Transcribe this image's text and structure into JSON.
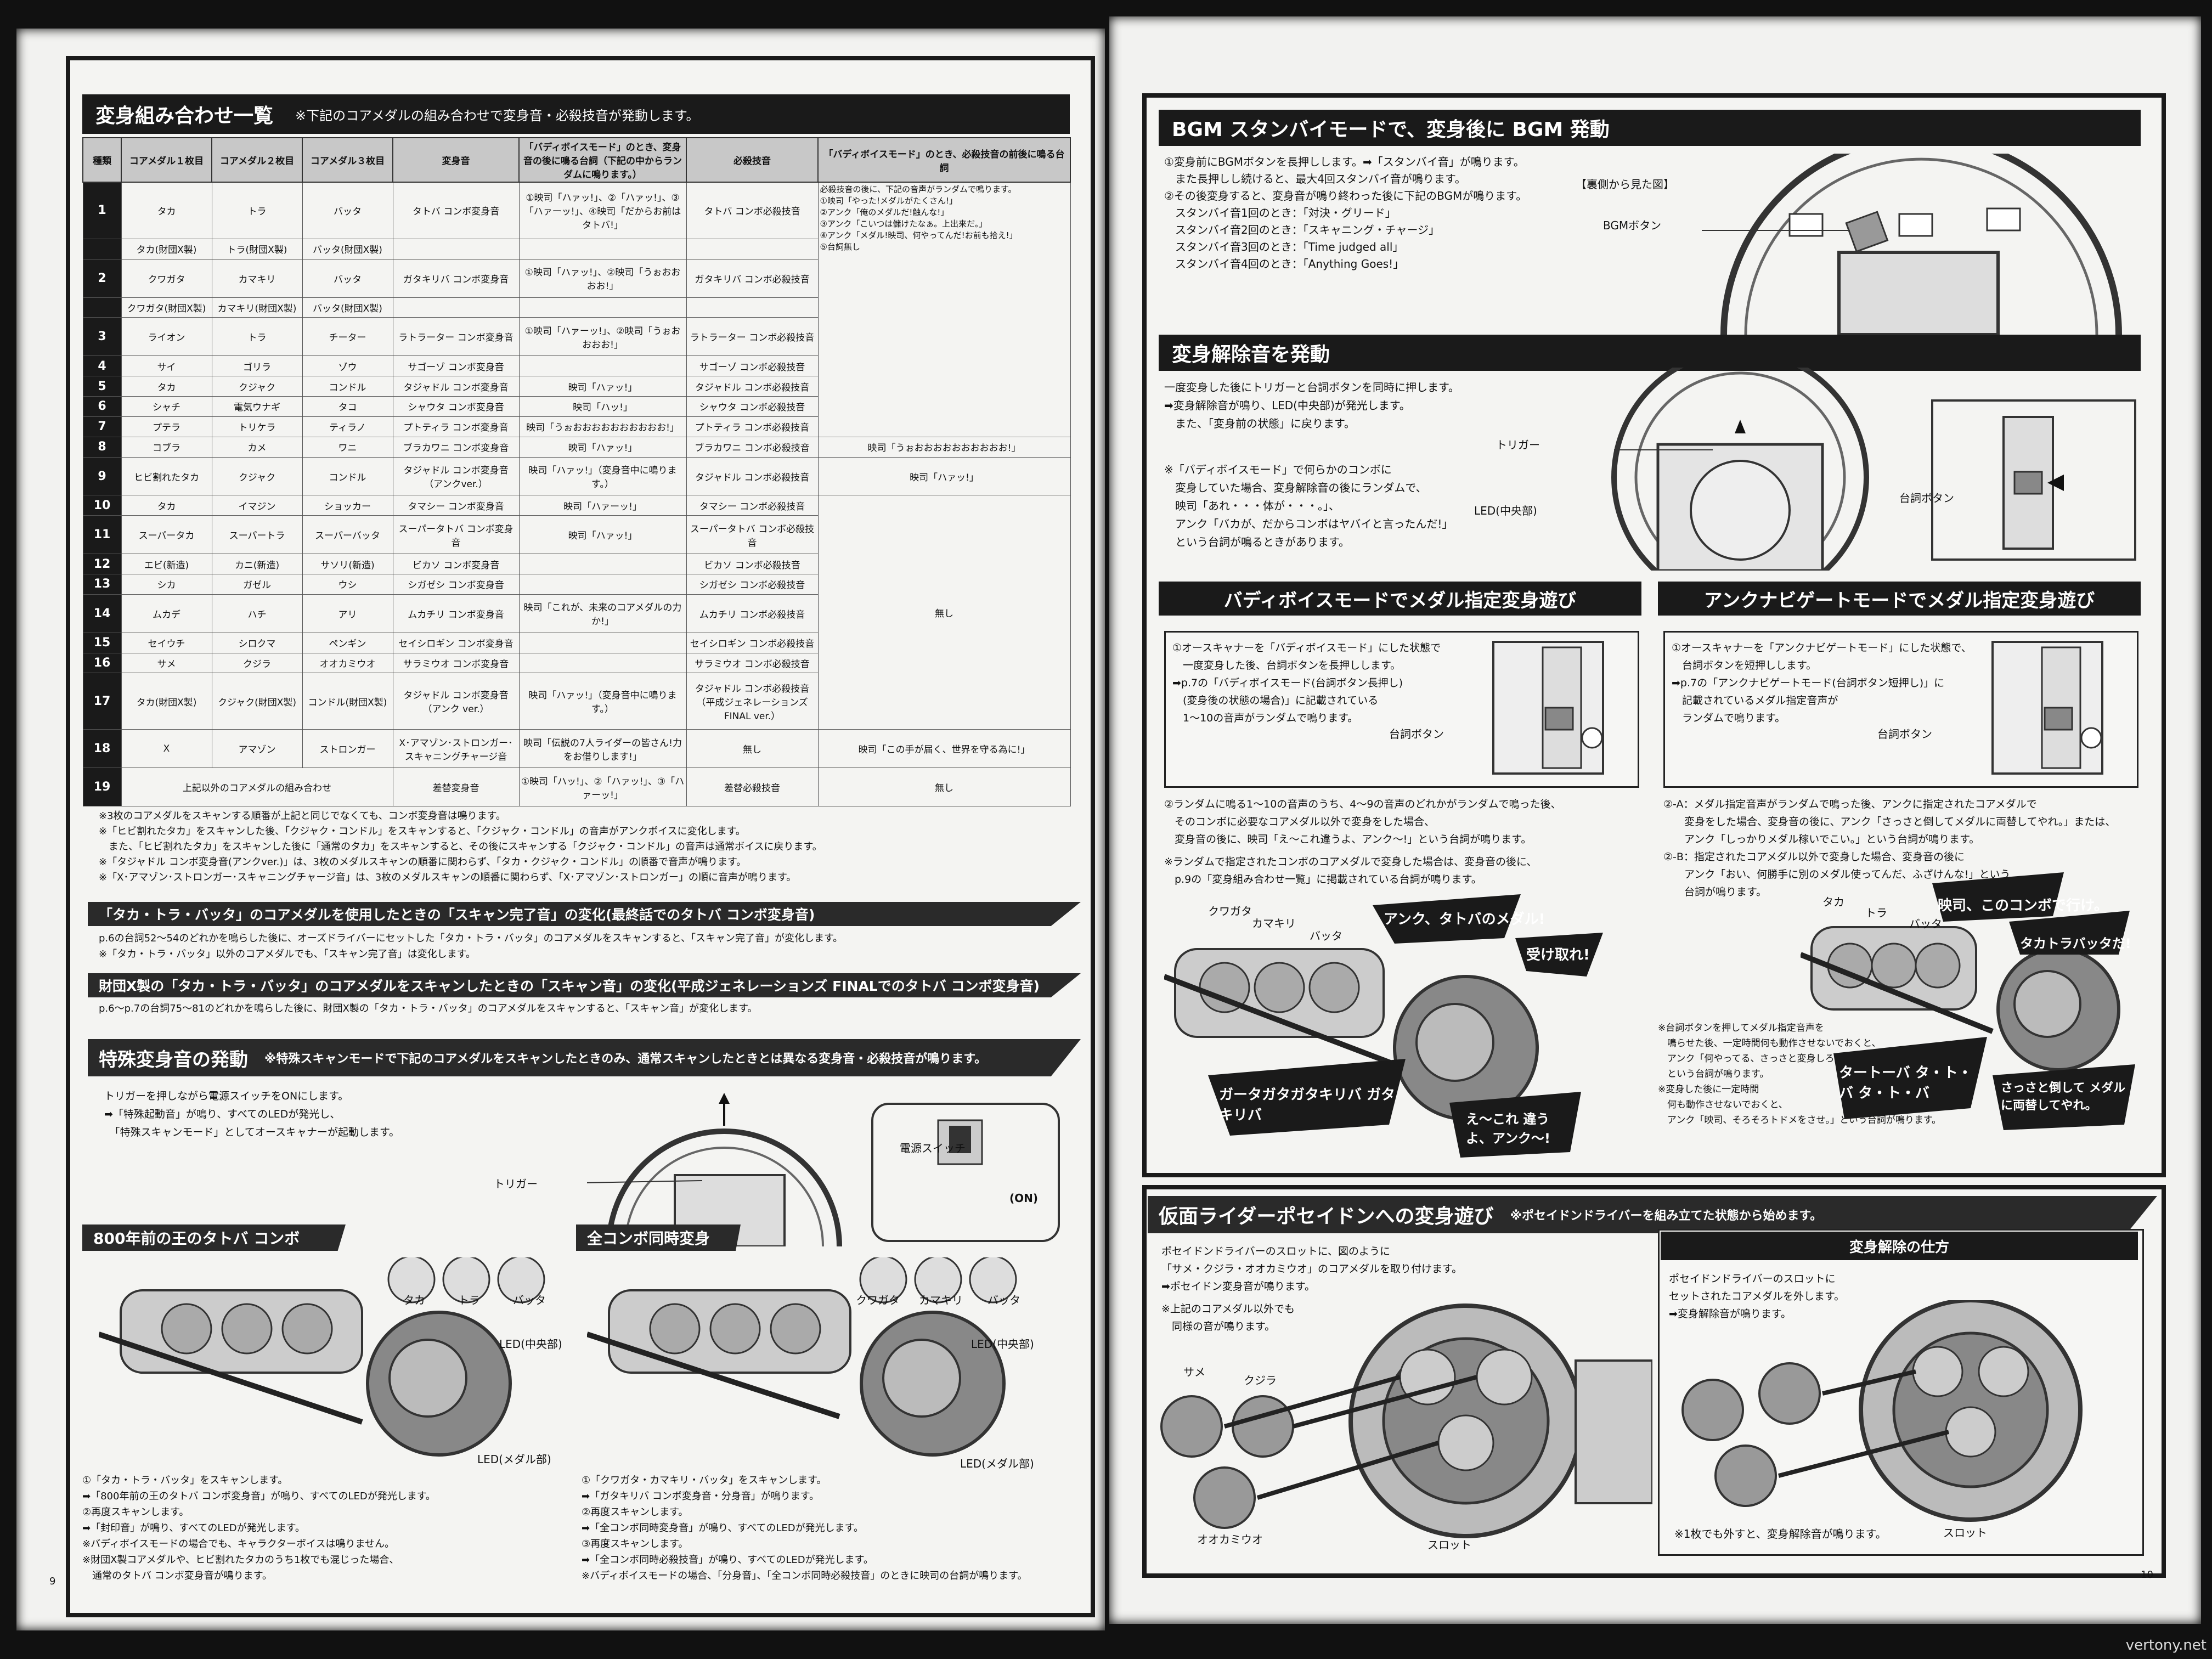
{
  "left_page": {
    "page_number": "9",
    "combo": {
      "title": "変身組み合わせ一覧",
      "subtitle": "※下記のコアメダルの組み合わせで変身音・必殺技音が発動します。",
      "headers": [
        "種類",
        "コアメダル１枚目",
        "コアメダル２枚目",
        "コアメダル３枚目",
        "変身音",
        "「バディボイスモード」のとき、変身音の後に鳴る台詞（下記の中からランダムに鳴ります。）",
        "必殺技音",
        "「バディボイスモード」のとき、必殺技音の前後に鳴る台詞"
      ],
      "rows": [
        [
          "1",
          "タカ",
          "トラ",
          "バッタ",
          "タトバ コンボ変身音",
          "①映司「ハァッ!」、②「ハァッ!」、③「ハァーッ!」、④映司「だからお前はタトバ!」",
          "タトバ コンボ必殺技音"
        ],
        [
          "",
          "タカ(財団X製)",
          "トラ(財団X製)",
          "バッタ(財団X製)",
          "",
          "",
          ""
        ],
        [
          "2",
          "クワガタ",
          "カマキリ",
          "バッタ",
          "ガタキリバ コンボ変身音",
          "①映司「ハァッ!」、②映司「うぉおおおお!」",
          "ガタキリバ コンボ必殺技音"
        ],
        [
          "",
          "クワガタ(財団X製)",
          "カマキリ(財団X製)",
          "バッタ(財団X製)",
          "",
          "",
          ""
        ],
        [
          "3",
          "ライオン",
          "トラ",
          "チーター",
          "ラトラーター コンボ変身音",
          "①映司「ハァーッ!」、②映司「うぉおおおお!」",
          "ラトラーター コンボ必殺技音"
        ],
        [
          "4",
          "サイ",
          "ゴリラ",
          "ゾウ",
          "サゴーゾ コンボ変身音",
          "",
          "サゴーゾ コンボ必殺技音"
        ],
        [
          "5",
          "タカ",
          "クジャク",
          "コンドル",
          "タジャドル コンボ変身音",
          "映司「ハァッ!」",
          "タジャドル コンボ必殺技音"
        ],
        [
          "6",
          "シャチ",
          "電気ウナギ",
          "タコ",
          "シャウタ コンボ変身音",
          "映司「ハッ!」",
          "シャウタ コンボ必殺技音"
        ],
        [
          "7",
          "プテラ",
          "トリケラ",
          "ティラノ",
          "プトティラ コンボ変身音",
          "映司「うぉおおおおおおおおおお!」",
          "プトティラ コンボ必殺技音"
        ],
        [
          "8",
          "コブラ",
          "カメ",
          "ワニ",
          "ブラカワニ コンボ変身音",
          "映司「ハァッ!」",
          "ブラカワニ コンボ必殺技音"
        ],
        [
          "9",
          "ヒビ割れたタカ",
          "クジャク",
          "コンドル",
          "タジャドル コンボ変身音（アンクver.）",
          "映司「ハァッ!」（変身音中に鳴ります。）",
          "タジャドル コンボ必殺技音"
        ],
        [
          "10",
          "タカ",
          "イマジン",
          "ショッカー",
          "タマシー コンボ変身音",
          "映司「ハァーッ!」",
          "タマシー コンボ必殺技音"
        ],
        [
          "11",
          "スーパータカ",
          "スーパートラ",
          "スーパーバッタ",
          "スーパータトバ コンボ変身音",
          "映司「ハァッ!」",
          "スーパータトバ コンボ必殺技音"
        ],
        [
          "12",
          "エビ(新造)",
          "カニ(新造)",
          "サソリ(新造)",
          "ビカソ コンボ変身音",
          "",
          "ビカソ コンボ必殺技音"
        ],
        [
          "13",
          "シカ",
          "ガゼル",
          "ウシ",
          "シガゼシ コンボ変身音",
          "",
          "シガゼシ コンボ必殺技音"
        ],
        [
          "14",
          "ムカデ",
          "ハチ",
          "アリ",
          "ムカチリ コンボ変身音",
          "映司「これが、未来のコアメダルの力か!」",
          "ムカチリ コンボ必殺技音"
        ],
        [
          "15",
          "セイウチ",
          "シロクマ",
          "ペンギン",
          "セイシロギン コンボ変身音",
          "",
          "セイシロギン コンボ必殺技音"
        ],
        [
          "16",
          "サメ",
          "クジラ",
          "オオカミウオ",
          "サラミウオ コンボ変身音",
          "",
          "サラミウオ コンボ必殺技音"
        ],
        [
          "17",
          "タカ(財団X製)",
          "クジャク(財団X製)",
          "コンドル(財団X製)",
          "タジャドル コンボ変身音（アンク ver.）",
          "映司「ハァッ!」（変身音中に鳴ります。）",
          "タジャドル コンボ必殺技音（平成ジェネレーションズ FINAL ver.）"
        ],
        [
          "18",
          "X",
          "アマゾン",
          "ストロンガー",
          "X･アマゾン･ストロンガー･スキャニングチャージ音",
          "映司「伝説の7人ライダーの皆さん!力をお借りします!」",
          "無し"
        ],
        [
          "19",
          "上記以外のコアメダルの組み合わせ",
          "",
          "",
          "差替変身音",
          "①映司「ハッ!」、②「ハァッ!」、③「ハァーッ!」",
          "差替必殺技音"
        ]
      ],
      "finisher_note": "必殺技音の後に、下記の音声がランダムで鳴ります。\n①映司「やった!メダルがたくさん!」\n②アンク「俺のメダルだ!触んな!」\n③アンク「こいつは儲けたなぁ。上出来だ。」\n④アンク「メダル!映司、何やってんだ!お前も拾え!」\n⑤台詞無し",
      "col8_vals": {
        "r7": "映司「うぉおおおおおおおおおお!」",
        "r8": "映司「ハァッ!」",
        "none": "無し",
        "r17": "映司「この手が届く、世界を守る為に!」",
        "r18": "無し",
        "r19": "無し"
      }
    },
    "notes": "※3枚のコアメダルをスキャンする順番が上記と同じでなくても、コンボ変身音は鳴ります。\n※「ヒビ割れたタカ」をスキャンした後、「クジャク・コンドル」をスキャンすると、「クジャク・コンドル」の音声がアンクボイスに変化します。\n　また、「ヒビ割れたタカ」をスキャンした後に「通常のタカ」をスキャンすると、その後にスキャンする「クジャク・コンドル」の音声は通常ボイスに戻ります。\n※「タジャドル コンボ変身音(アンクver.)」は、3枚のメダルスキャンの順番に関わらず、「タカ・クジャク・コンドル」の順番で音声が鳴ります。\n※「X･アマゾン･ストロンガー･スキャニングチャージ音」は、3枚のメダルスキャンの順番に関わらず、「X･アマゾン･ストロンガー」の順に音声が鳴ります。",
    "scan_complete": {
      "title": "「タカ・トラ・バッタ」のコアメダルを使用したときの「スキャン完了音」の変化(最終話でのタトバ コンボ変身音)",
      "text": "p.6の台詞52～54のどれかを鳴らした後に、オーズドライバーにセットした「タカ・トラ・バッタ」のコアメダルをスキャンすると、「スキャン完了音」が変化します。\n※「タカ・トラ・バッタ」以外のコアメダルでも、「スキャン完了音」は変化します。"
    },
    "scan_x": {
      "title": "財団X製の「タカ・トラ・バッタ」のコアメダルをスキャンしたときの「スキャン音」の変化(平成ジェネレーションズ FINALでのタトバ コンボ変身音)",
      "text": "p.6～p.7の台詞75～81のどれかを鳴らした後に、財団X製の「タカ・トラ・バッタ」のコアメダルをスキャンすると、「スキャン音」が変化します。"
    },
    "special": {
      "title": "特殊変身音の発動",
      "subtitle": "※特殊スキャンモードで下記のコアメダルをスキャンしたときのみ、通常スキャンしたときとは異なる変身音・必殺技音が鳴ります。",
      "text": "トリガーを押しながら電源スイッチをONにします。\n➡「特殊起動音」が鳴り、すべてのLEDが発光し、\n　「特殊スキャンモード」としてオースキャナーが起動します。",
      "trigger": "トリガー",
      "power": "電源スイッチ",
      "on": "(ON)"
    },
    "tatoba800": {
      "title": "800年前の王のタトバ コンボ",
      "medals": [
        "タカ",
        "トラ",
        "バッタ"
      ],
      "led_center": "LED(中央部)",
      "led_medal": "LED(メダル部)",
      "text": "①「タカ・トラ・バッタ」をスキャンします。\n➡「800年前の王のタトバ コンボ変身音」が鳴り、すべてのLEDが発光します。\n②再度スキャンします。\n➡「封印音」が鳴り、すべてのLEDが発光します。\n※バディボイスモードの場合でも、キャラクターボイスは鳴りません。\n※財団X製コアメダルや、ヒビ割れたタカのうち1枚でも混じった場合、\n　通常のタトバ コンボ変身音が鳴ります。"
    },
    "allcombo": {
      "title": "全コンボ同時変身",
      "medals": [
        "クワガタ",
        "カマキリ",
        "バッタ"
      ],
      "led_center": "LED(中央部)",
      "led_medal": "LED(メダル部)",
      "text": "①「クワガタ・カマキリ・バッタ」をスキャンします。\n➡「ガタキリバ コンボ変身音・分身音」が鳴ります。\n②再度スキャンします。\n➡「全コンボ同時変身音」が鳴り、すべてのLEDが発光します。\n③再度スキャンします。\n➡「全コンボ同時必殺技音」が鳴り、すべてのLEDが発光します。\n※バディボイスモードの場合、「分身音」、「全コンボ同時必殺技音」のときに映司の台詞が鳴ります。"
    }
  },
  "right_page": {
    "page_number": "10",
    "bgm": {
      "title": "BGM スタンバイモードで、変身後に BGM 発動",
      "text": "①変身前にBGMボタンを長押しします。➡「スタンバイ音」が鳴ります。\n　また長押しし続けると、最大4回スタンバイ音が鳴ります。\n②その後変身すると、変身音が鳴り終わった後に下記のBGMが鳴ります。\n　スタンバイ音1回のとき：「対決・グリード」\n　スタンバイ音2回のとき：「スキャニング・チャージ」\n　スタンバイ音3回のとき：「Time judged all」\n　スタンバイ音4回のとき：「Anything Goes!」",
      "back_view": "【裏側から見た図】",
      "bgm_button": "BGMボタン"
    },
    "release": {
      "title": "変身解除音を発動",
      "text": "一度変身した後にトリガーと台詞ボタンを同時に押します。\n➡変身解除音が鳴り、LED(中央部)が発光します。\n　また、「変身前の状態」に戻ります。",
      "note": "※「バディボイスモード」で何らかのコンボに\n　変身していた場合、変身解除音の後にランダムで、\n　映司「あれ・・・体が・・・。」、\n　アンク「バカが、だからコンボはヤバイと言ったんだ!」\n　という台詞が鳴るときがあります。",
      "trigger": "トリガー",
      "led": "LED(中央部)",
      "serif_button": "台詞ボタン"
    },
    "buddy": {
      "title": "バディボイスモードでメダル指定変身遊び",
      "step1": "①オースキャナーを「バディボイスモード」にした状態で\n　一度変身した後、台詞ボタンを長押しします。\n➡p.7の「バディボイスモード(台詞ボタン長押し)\n　(変身後の状態の場合)」に記載されている\n　1～10の音声がランダムで鳴ります。",
      "serif_button": "台詞ボタン",
      "step2": "②ランダムに鳴る1～10の音声のうち、4～9の音声のどれかがランダムで鳴った後、\n　そのコンボに必要なコアメダル以外で変身をした場合、\n　変身音の後に、映司「え〜これ違うよ、アンク〜!」という台詞が鳴ります。",
      "note": "※ランダムで指定されたコンボのコアメダルで変身した場合は、変身音の後に、\n　p.9の「変身組み合わせ一覧」に掲載されている台詞が鳴ります。",
      "medals": [
        "クワガタ",
        "カマキリ",
        "バッタ"
      ],
      "bubbles": [
        "アンク、タトバのメダル!",
        "受け取れ!",
        "ガータガタガタキリバ ガタキリバ",
        "え〜これ 違うよ、アンク〜!"
      ]
    },
    "ankh": {
      "title": "アンクナビゲートモードでメダル指定変身遊び",
      "step1": "①オースキャナーを「アンクナビゲートモード」にした状態で、\n　台詞ボタンを短押しします。\n➡p.7の「アンクナビゲートモード(台詞ボタン短押し)」に\n　記載されているメダル指定音声が\n　ランダムで鳴ります。",
      "serif_button": "台詞ボタン",
      "step2": "②-A：メダル指定音声がランダムで鳴った後、アンクに指定されたコアメダルで\n　　変身をした場合、変身音の後に、アンク「さっさと倒してメダルに両替してやれ。」または、\n　　アンク「しっかりメダル稼いでこい。」という台詞が鳴ります。\n②-B：指定されたコアメダル以外で変身した場合、変身音の後に\n　　アンク「おい、何勝手に別のメダル使ってんだ、ふざけんな!」という\n　　台詞が鳴ります。",
      "note": "※台詞ボタンを押してメダル指定音声を\n　鳴らせた後、一定時間何も動作させないでおくと、\n　アンク「何やってる、さっさと変身しろ!」\n　という台詞が鳴ります。\n※変身した後に一定時間\n　何も動作させないでおくと、\n　アンク「映司、そろそろトドメをさせ。」という台詞が鳴ります。",
      "medals": [
        "タカ",
        "トラ",
        "バッタ"
      ],
      "bubbles": [
        "映司、このコンボで行け。",
        "タカトラバッタだ!",
        "タートーバ タ・ト・バ タ・ト・バ",
        "さっさと倒して メダルに両替してやれ。"
      ]
    },
    "poseidon": {
      "title": "仮面ライダーポセイドンへの変身遊び",
      "subtitle": "※ポセイドンドライバーを組み立てた状態から始めます。",
      "text": "ポセイドンドライバーのスロットに、図のように\n「サメ・クジラ・オオカミウオ」のコアメダルを取り付けます。\n➡ポセイドン変身音が鳴ります。",
      "note": "※上記のコアメダル以外でも\n　同様の音が鳴ります。",
      "medals": [
        "サメ",
        "クジラ",
        "オオカミウオ"
      ],
      "slot": "スロット",
      "release_title": "変身解除の仕方",
      "release_text": "ポセイドンドライバーのスロットに\nセットされたコアメダルを外します。\n➡変身解除音が鳴ります。",
      "release_note": "※1枚でも外すと、変身解除音が鳴ります。",
      "release_slot": "スロット"
    }
  },
  "watermark": "vertony.net"
}
